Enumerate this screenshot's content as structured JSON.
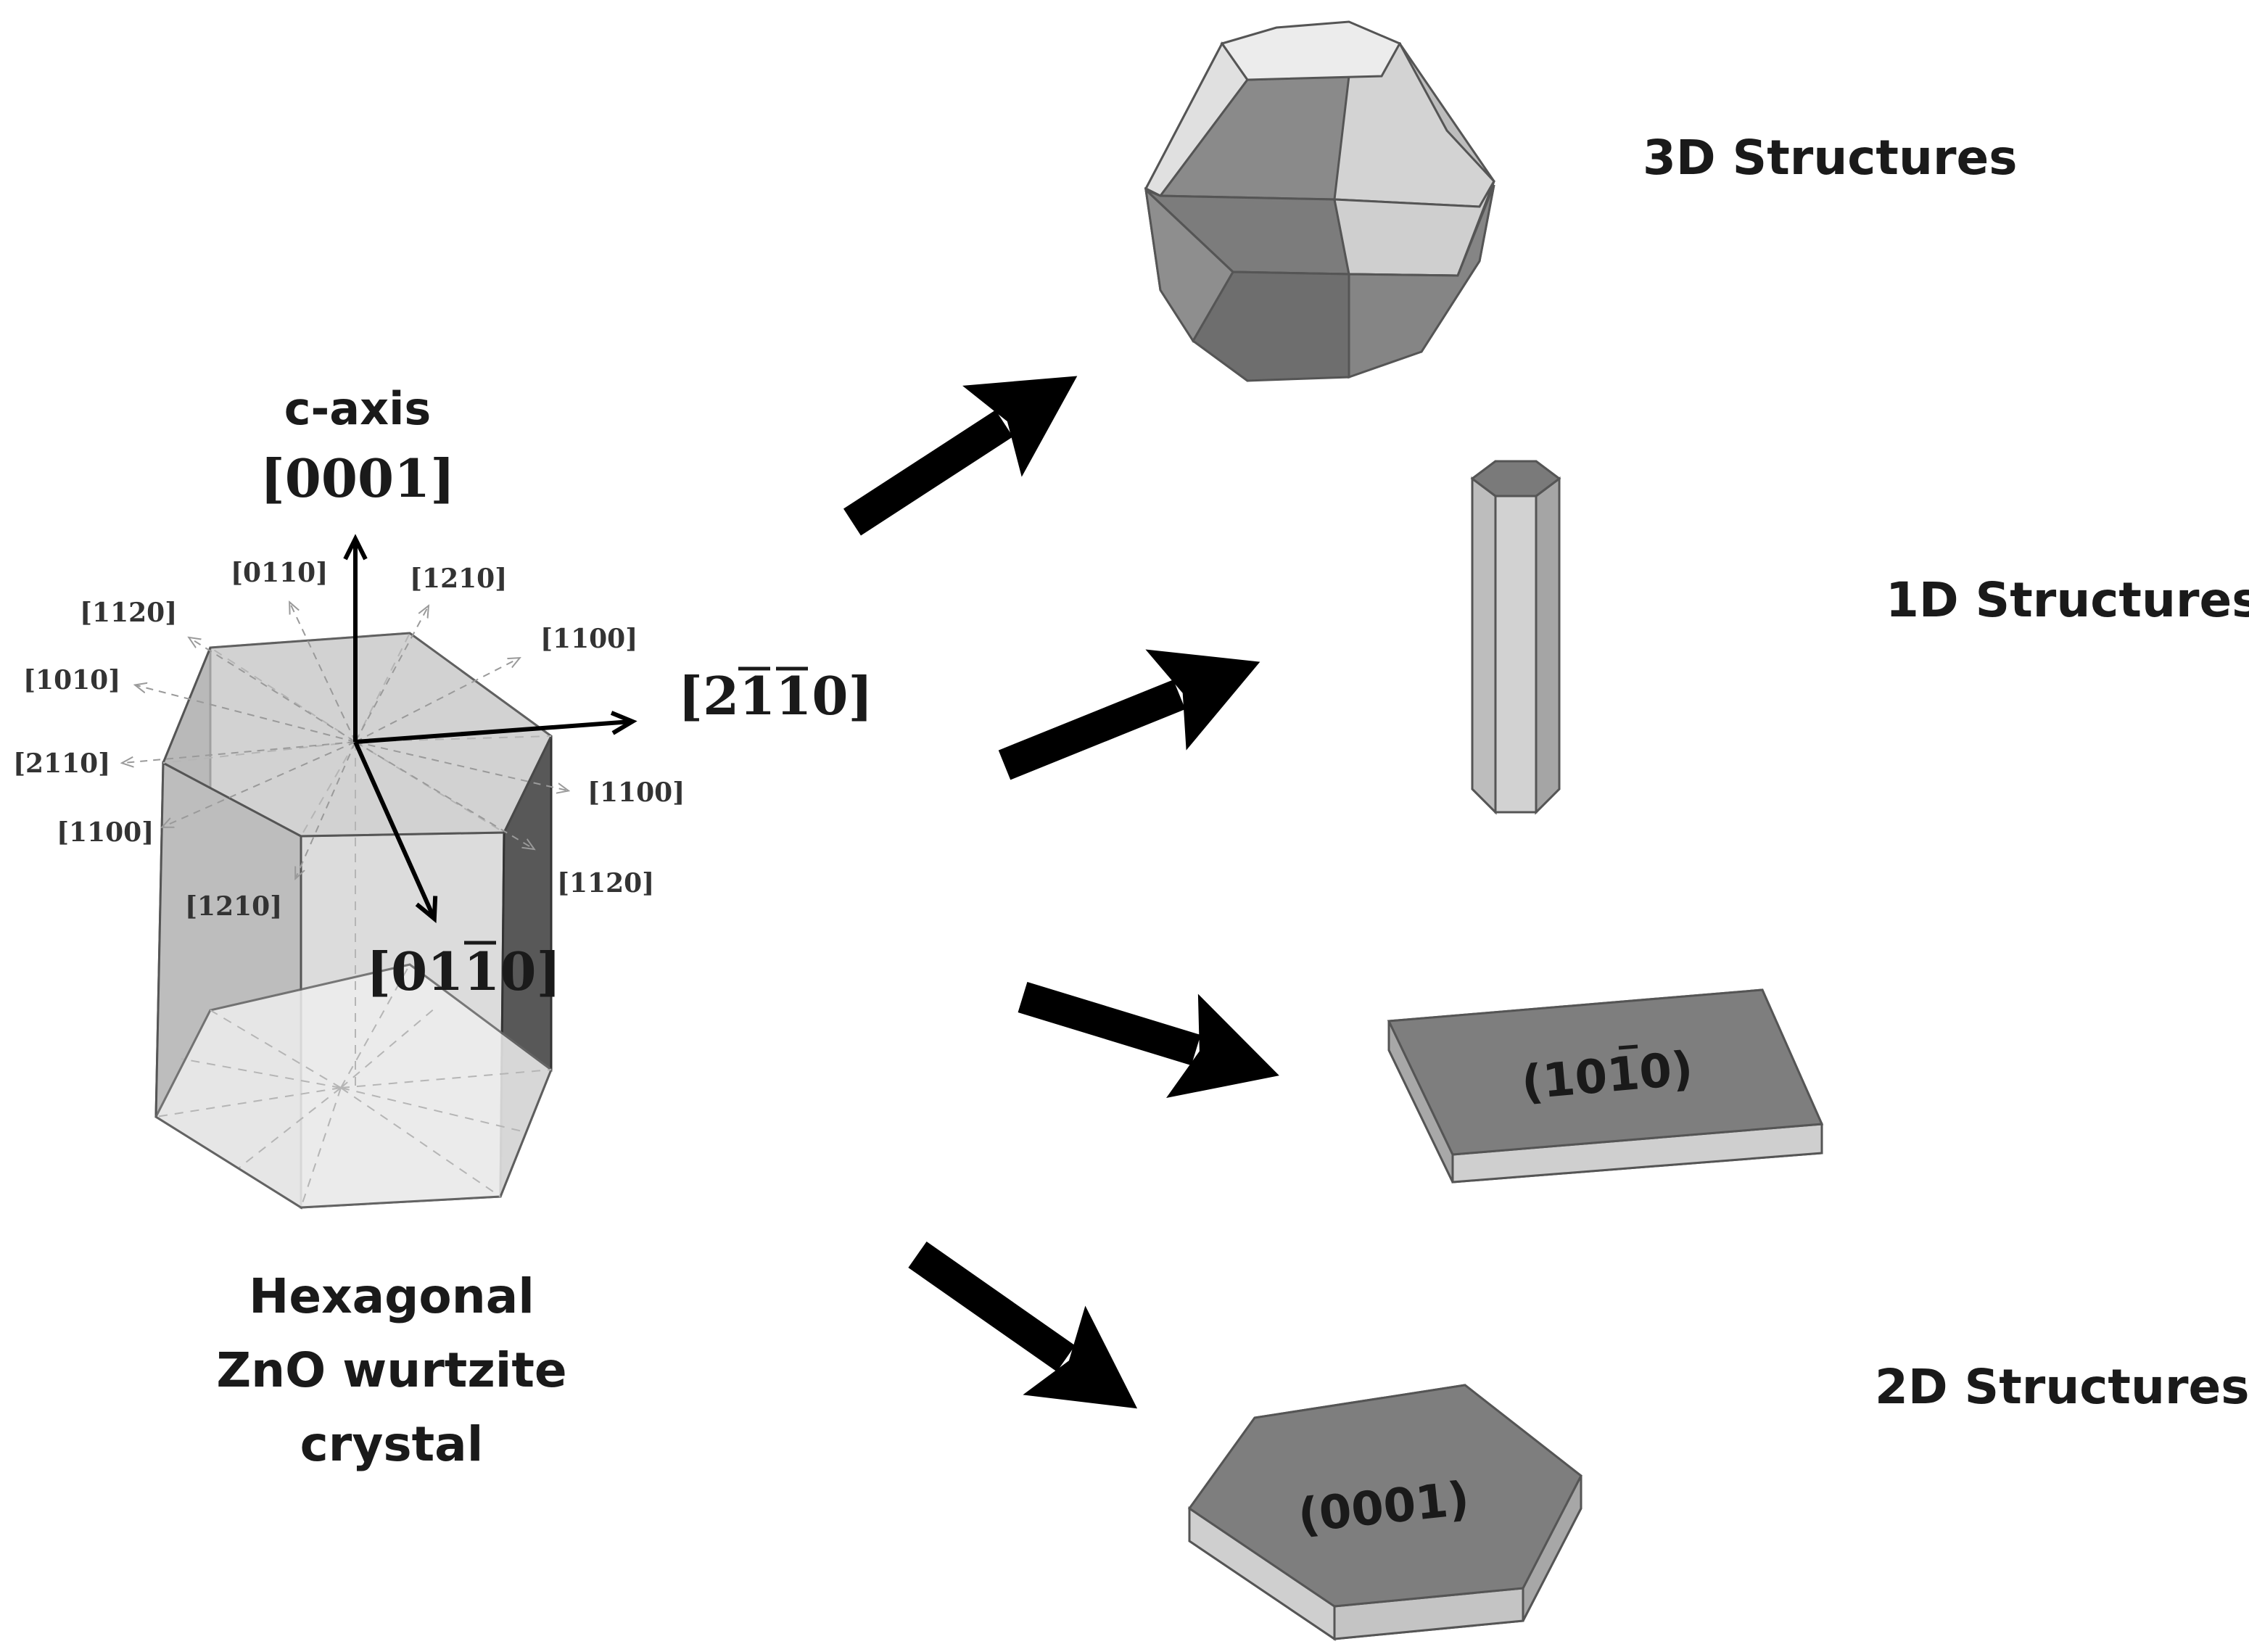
{
  "labels": {
    "c_axis": "c-axis",
    "c_axis_index": "[0001]",
    "axis_right_main": "[2110]",
    "axis_down_main": "[0110]",
    "crystal_caption": [
      "Hexagonal",
      "ZnO wurtzite",
      "crystal"
    ],
    "structures": {
      "three_d": "3D Structures",
      "one_d": "1D Structures",
      "two_d": "2D Structures"
    },
    "plate_face": "(1010)",
    "hexplate_face": "(0001)"
  },
  "small_directions": [
    "[0110]",
    "[1210]",
    "[1120]",
    "[1100]",
    "[1010]",
    "[2110]",
    "[1100]",
    "[1100]",
    "[1120]",
    "[1210]"
  ]
}
